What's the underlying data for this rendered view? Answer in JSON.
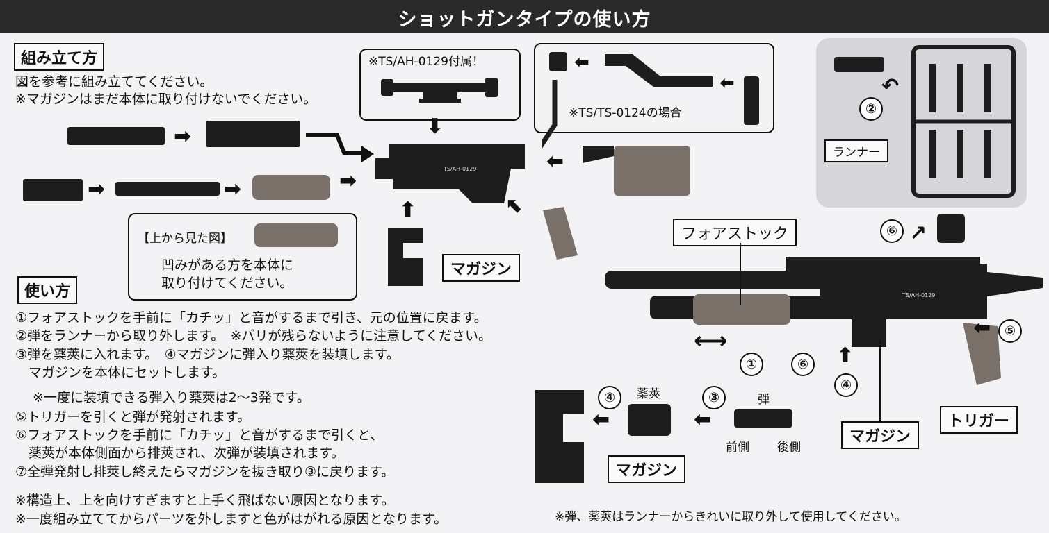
{
  "header": {
    "title": "ショットガンタイプの使い方"
  },
  "assembly": {
    "title": "組み立て方",
    "lines": [
      "図を参考に組み立ててください。",
      "※マガジンはまだ本体に取り付けないでください。"
    ],
    "scope_note": "※TS/AH-0129付属！",
    "ts0124_note": "※TS/TS-0124の場合",
    "top_view": {
      "heading": "【上から見た図】",
      "line1": "凹みがある方を本体に",
      "line2": "取り付けてください。"
    },
    "magazine_label": "マガジン",
    "body_marking": "TS/AH-0129"
  },
  "runner": {
    "label": "ランナー",
    "step": "②"
  },
  "usage": {
    "title": "使い方",
    "steps": [
      "①フォアストックを手前に「カチッ」と音がするまで引き、元の位置に戻ます。",
      "②弾をランナーから取り外します。　※バリが残らないように注意してください。",
      "③弾を薬莢に入れます。　④マガジンに弾入り薬莢を装填します。",
      "　マガジンを本体にセットします。",
      "　 ※一度に装填できる弾入り薬莢は2～3発です。",
      "⑤トリガーを引くと弾が発射されます。",
      "⑥フォアストックを手前に「カチッ」と音がするまで引くと、",
      "　薬莢が本体側面から排莢され、次弾が装填されます。",
      "⑦全弾発射し排莢し終えたらマガジンを抜き取り③に戻ります。"
    ],
    "notes": [
      "※構造上、上を向けすぎますと上手く飛ばない原因となります。",
      "※一度組み立ててからパーツを外しますと色がはがれる原因となります。"
    ],
    "footer_note": "※弾、薬莢はランナーからきれいに取り外して使用してください。"
  },
  "diagram": {
    "forestock_label": "フォアストック",
    "magazine_label": "マガジン",
    "trigger_label": "トリガー",
    "magazine_label_2": "マガジン",
    "shell_label": "薬莢",
    "bullet_label": "弾",
    "front_label": "前側",
    "back_label": "後側",
    "gun_marking": "TS/AH-0129",
    "nums": {
      "n1": "①",
      "n3": "③",
      "n4": "④",
      "n4b": "④",
      "n5": "⑤",
      "n6": "⑥",
      "n6b": "⑥"
    }
  },
  "colors": {
    "title_bg": "#2a2a2a",
    "part": "#1d1d1d",
    "grip": "#7a706a",
    "runner_bg": "#d6d6da"
  }
}
